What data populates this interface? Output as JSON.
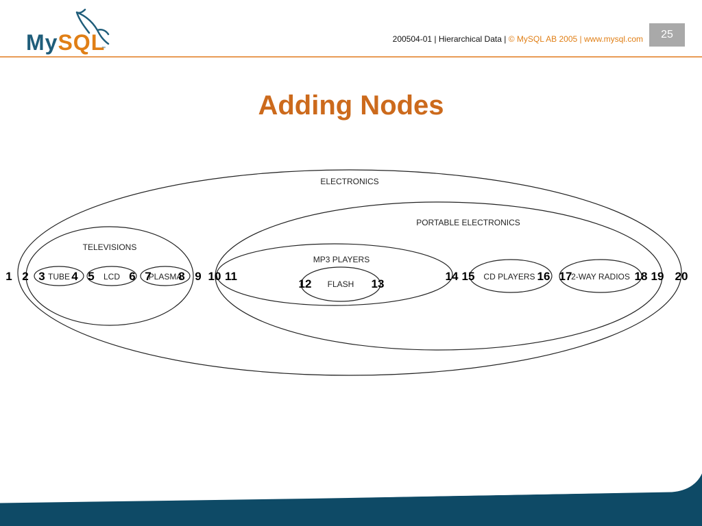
{
  "header": {
    "logo": {
      "my": "My",
      "sql": "SQL",
      "tm": "™"
    },
    "slide_id": "200504-01",
    "sep": "|",
    "topic": "Hierarchical Data",
    "copyright": "© MySQL AB 2005",
    "url": "www.mysql.com",
    "page_number": "25"
  },
  "title": "Adding Nodes",
  "diagram": {
    "nodes": [
      {
        "label": "ELECTRONICS"
      },
      {
        "label": "PORTABLE ELECTRONICS"
      },
      {
        "label": "TELEVISIONS"
      },
      {
        "label": "MP3 PLAYERS"
      },
      {
        "label": "TUBE"
      },
      {
        "label": "LCD"
      },
      {
        "label": "PLASMA"
      },
      {
        "label": "FLASH"
      },
      {
        "label": "CD PLAYERS"
      },
      {
        "label": "2-WAY RADIOS"
      }
    ],
    "numbers": [
      "1",
      "2",
      "3",
      "4",
      "5",
      "6",
      "7",
      "8",
      "9",
      "10",
      "11",
      "12",
      "13",
      "14",
      "15",
      "16",
      "17",
      "18",
      "19",
      "20"
    ]
  },
  "colors": {
    "accent": "#cc6a1c",
    "brand_blue": "#1f5d7a",
    "footer": "#0e4a66"
  }
}
